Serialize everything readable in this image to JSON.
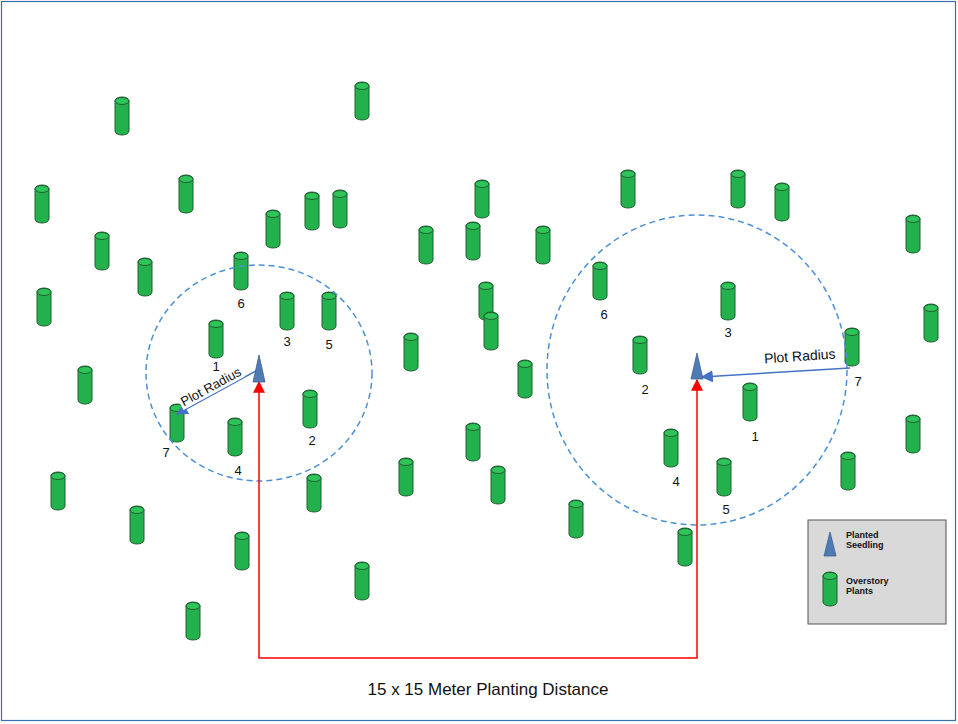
{
  "diagram": {
    "labels": [
      "6",
      "1",
      "3",
      "5",
      "7",
      "4",
      "2",
      "Plot Radius",
      "6",
      "3",
      "2",
      "Plot Radius",
      "7",
      "1",
      "4",
      "5",
      "15 x 15 Meter Planting Distance"
    ],
    "legend": [
      {
        "text": "Planted Seedling"
      },
      {
        "text": "Overstory Plants"
      }
    ]
  }
}
